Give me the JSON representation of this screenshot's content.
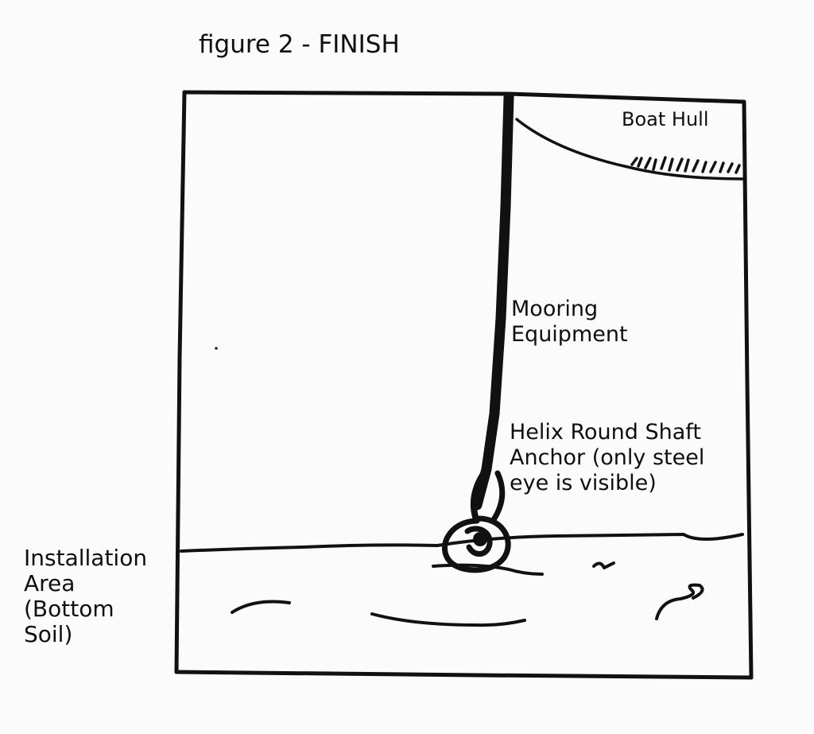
{
  "title": "figure 2 - FINISH",
  "labels": {
    "boat_hull": "Boat Hull",
    "mooring_equipment": "Mooring\nEquipment",
    "helix_anchor": "Helix Round Shaft\nAnchor (only steel\neye is visible)",
    "installation_area": "Installation\nArea\n(Bottom\nSoil)"
  },
  "colors": {
    "ink": "#111111",
    "paper": "#fbfbfb"
  }
}
